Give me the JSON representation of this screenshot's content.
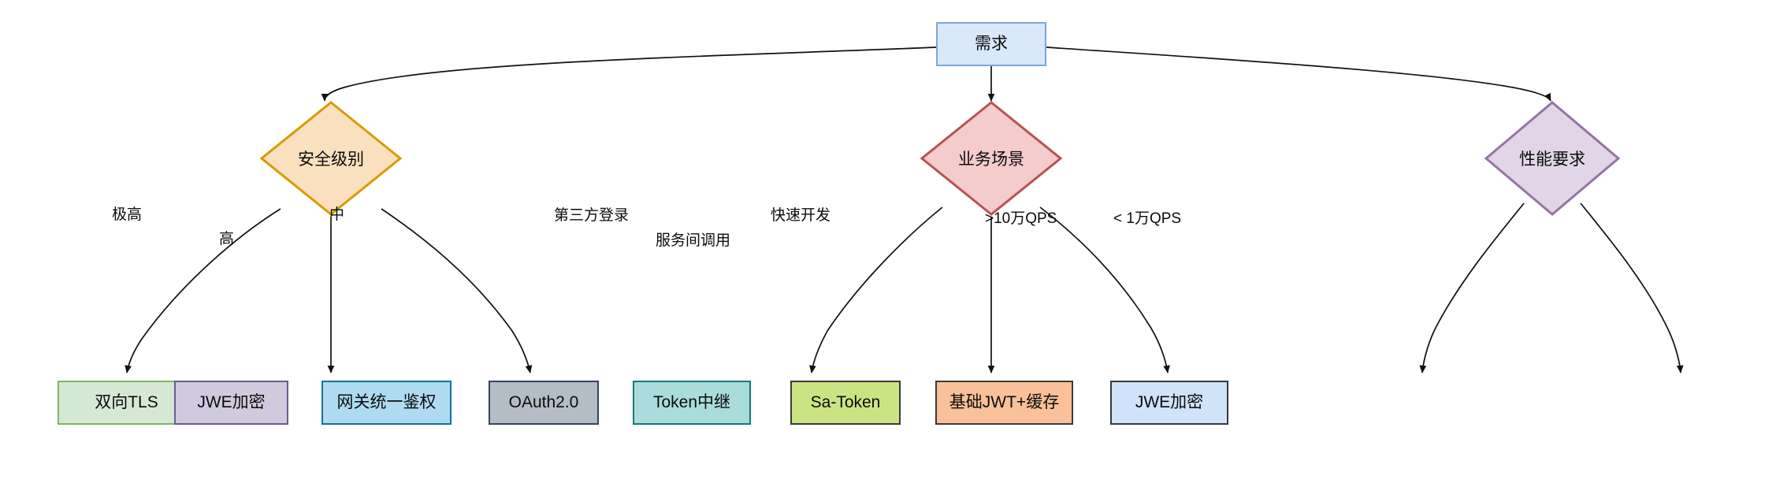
{
  "diagram": {
    "type": "flowchart",
    "title": "需求",
    "nodes": {
      "root": {
        "label": "需求",
        "shape": "rectangle",
        "fill": "#dae8fc",
        "stroke": "#7ea6d9"
      },
      "security": {
        "label": "安全级别",
        "shape": "diamond",
        "fill": "#fbe0c0",
        "stroke": "#d79b00"
      },
      "business": {
        "label": "业务场景",
        "shape": "diamond",
        "fill": "#f4cccc",
        "stroke": "#b85450"
      },
      "performance": {
        "label": "性能要求",
        "shape": "diamond",
        "fill": "#e1d5e7",
        "stroke": "#9673a6"
      },
      "mtls": {
        "label": "双向TLS",
        "shape": "rectangle",
        "fill": "#d5e8d4",
        "stroke": "#82b366"
      },
      "jwe1": {
        "label": "JWE加密",
        "shape": "rectangle",
        "fill": "#cfcadd",
        "stroke": "#6c5b8f"
      },
      "gateway": {
        "label": "网关统一鉴权",
        "shape": "rectangle",
        "fill": "#aedbf0",
        "stroke": "#10739e"
      },
      "oauth": {
        "label": "OAuth2.0",
        "shape": "rectangle",
        "fill": "#b4bcc6",
        "stroke": "#35445a"
      },
      "tokenrelay": {
        "label": "Token中继",
        "shape": "rectangle",
        "fill": "#aadcdc",
        "stroke": "#107a78"
      },
      "satoken": {
        "label": "Sa-Token",
        "shape": "rectangle",
        "fill": "#cbe483",
        "stroke": "#3a3a3a"
      },
      "jwtcache": {
        "label": "基础JWT+缓存",
        "shape": "rectangle",
        "fill": "#fac09a",
        "stroke": "#3a3a3a"
      },
      "jwe2": {
        "label": "JWE加密",
        "shape": "rectangle",
        "fill": "#cfe3fa",
        "stroke": "#3a3a3a"
      }
    },
    "edges": [
      {
        "from": "root",
        "to": "security",
        "label": ""
      },
      {
        "from": "root",
        "to": "business",
        "label": ""
      },
      {
        "from": "root",
        "to": "performance",
        "label": ""
      },
      {
        "from": "security",
        "to": "mtls",
        "label": "极高"
      },
      {
        "from": "security",
        "to": "jwe1",
        "label": "高"
      },
      {
        "from": "security",
        "to": "gateway",
        "label": "中"
      },
      {
        "from": "business",
        "to": "oauth",
        "label": "第三方登录"
      },
      {
        "from": "business",
        "to": "tokenrelay",
        "label": "服务间调用"
      },
      {
        "from": "business",
        "to": "satoken",
        "label": "快速开发"
      },
      {
        "from": "performance",
        "to": "jwtcache",
        "label": ">10万QPS"
      },
      {
        "from": "performance",
        "to": "jwe2",
        "label": "< 1万QPS"
      }
    ]
  }
}
